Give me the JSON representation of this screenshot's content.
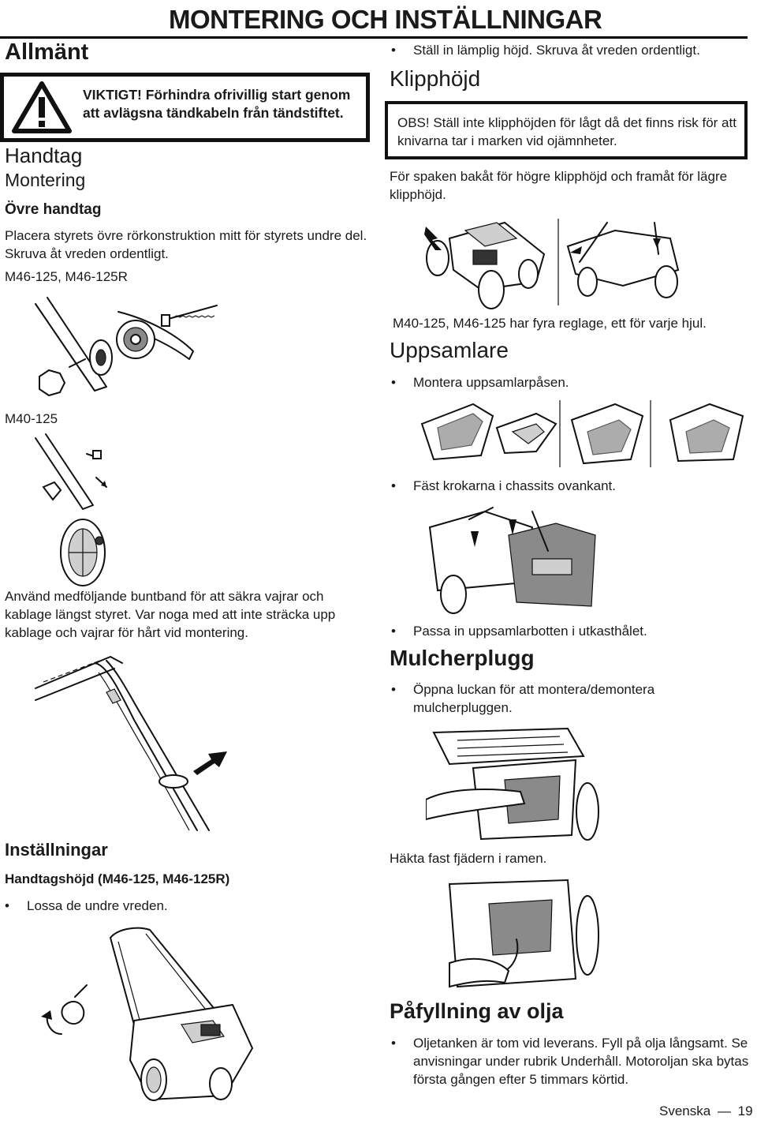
{
  "header": {
    "title": "MONTERING OCH INSTÄLLNINGAR"
  },
  "left": {
    "allmant_heading": "Allmänt",
    "warning": "VIKTIGT! Förhindra ofrivillig start genom att avlägsna tändkabeln från tändstiftet.",
    "handtag_heading": "Handtag",
    "montering_heading": "Montering",
    "ovre_heading": "Övre handtag",
    "ovre_text": "Placera styrets övre rörkonstruktion mitt för styrets undre del. Skruva åt vreden ordentligt.",
    "model_label_1": "M46-125, M46-125R",
    "model_label_2": "M40-125",
    "cable_text": "Använd medföljande buntband för att säkra vajrar och kablage längst styret. Var noga med att inte sträcka upp kablage och vajrar för hårt vid montering.",
    "installningar_heading": "Inställningar",
    "handtagshojd_heading": "Handtagshöjd (M46-125, M46-125R)",
    "lossa_bullet": "Lossa de undre vreden."
  },
  "right": {
    "stall_bullet": "Ställ in lämplig höjd. Skruva åt vreden ordentligt.",
    "klipphojd_heading": "Klipphöjd",
    "obs_text": "OBS! Ställ inte klipphöjden för lågt då det finns risk för att knivarna tar i marken vid ojämnheter.",
    "spaken_text": "För spaken bakåt för högre klipphöjd och framåt för lägre klipphöjd.",
    "reglage_text": "M40-125, M46-125 har fyra reglage, ett för varje hjul.",
    "uppsamlare_heading": "Uppsamlare",
    "montera_bullet": "Montera uppsamlarpåsen.",
    "fast_bullet": "Fäst krokarna i chassits ovankant.",
    "passa_bullet": "Passa in uppsamlarbotten i utkasthålet.",
    "mulcher_heading": "Mulcherplugg",
    "oppna_bullet": "Öppna luckan för att montera/demontera mulcherpluggen.",
    "hakta_text": "Häkta fast fjädern i ramen.",
    "olja_heading": "Påfyllning av olja",
    "olja_bullet": "Oljetanken är tom vid leverans. Fyll på olja långsamt. Se anvisningar under rubrik Underhåll. Motoroljan ska bytas första gången efter 5 timmars körtid."
  },
  "footer": {
    "language": "Svenska",
    "dash": "—",
    "page_number": "19"
  },
  "icons": [
    "warning-triangle-icon",
    "arrow-icon",
    "rotate-arrow-icon"
  ]
}
